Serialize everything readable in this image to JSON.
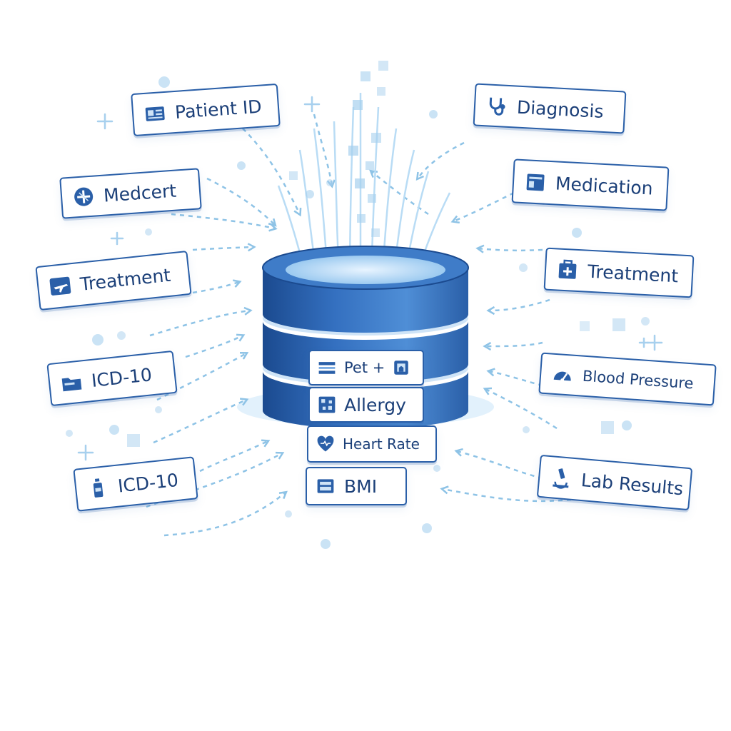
{
  "colors": {
    "primary": "#2a5fa8",
    "primary_dark": "#1b4a8f",
    "primary_light": "#6ea3df",
    "accent_light": "#8ec3e6",
    "tag_text": "#1b3f78",
    "background": "#ffffff"
  },
  "left_tags": [
    {
      "label": "Patient ID",
      "icon": "id-card-icon"
    },
    {
      "label": "Medcert",
      "icon": "medical-cross-icon"
    },
    {
      "label": "Treatment",
      "icon": "airplane-icon"
    },
    {
      "label": "ICD-10",
      "icon": "folder-icon"
    },
    {
      "label": "ICD-10",
      "icon": "bottle-icon"
    }
  ],
  "right_tags": [
    {
      "label": "Diagnosis",
      "icon": "stethoscope-icon"
    },
    {
      "label": "Medication",
      "icon": "medicine-box-icon"
    },
    {
      "label": "Treatment",
      "icon": "medical-kit-icon"
    },
    {
      "label": "Blood Pressure",
      "icon": "gauge-icon"
    },
    {
      "label": "Lab Results",
      "icon": "microscope-icon"
    }
  ],
  "center_tags": [
    {
      "label": "Pet +",
      "icon": "record-icon",
      "extra_icon": "device-icon"
    },
    {
      "label": "Allergy",
      "icon": "allergy-grid-icon"
    },
    {
      "label": "Heart Rate",
      "icon": "heart-icon"
    },
    {
      "label": "BMI",
      "icon": "scale-icon"
    }
  ]
}
